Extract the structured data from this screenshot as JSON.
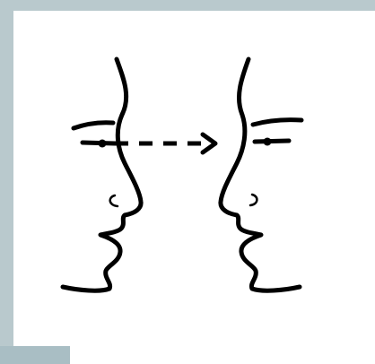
{
  "figure": {
    "background_color": "#b9c9cd",
    "panel_color": "#ffffff",
    "line_color": "#000000",
    "left_face": "face-profile-facing-right",
    "right_face": "face-profile-facing-left",
    "gaze": "dashed-arrow-pointing-right"
  }
}
